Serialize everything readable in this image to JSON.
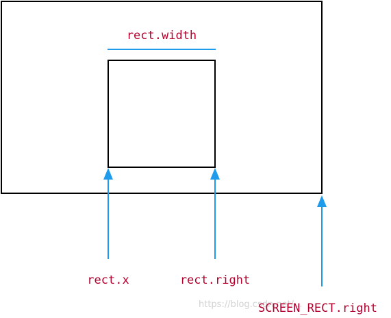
{
  "labels": {
    "rect_width": "rect.width",
    "rect_x": "rect.x",
    "rect_right": "rect.right",
    "screen_rect_right": "SCREEN_RECT.right"
  },
  "watermark": "https://blog.csdn.net/...",
  "colors": {
    "outline": "#000000",
    "arrow": "#1e9bea",
    "label": "#b3002d",
    "watermark": "#d2d2d2"
  }
}
